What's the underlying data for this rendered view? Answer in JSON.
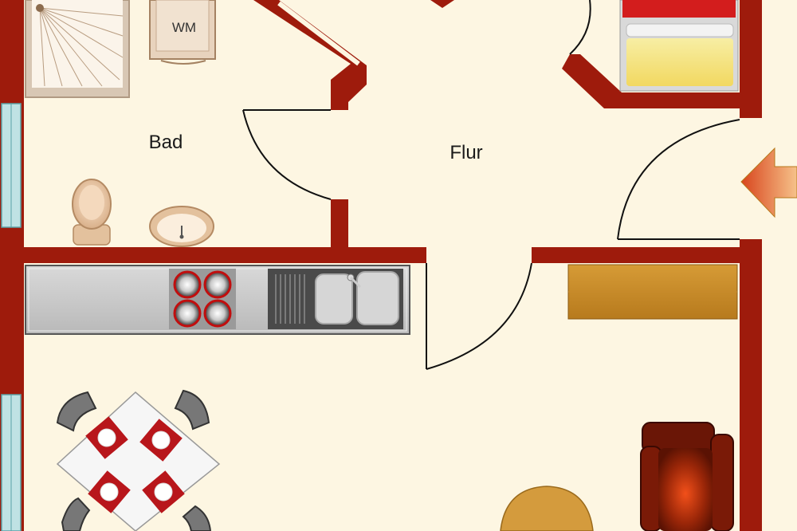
{
  "rooms": {
    "bad": "Bad",
    "flur": "Flur"
  },
  "appliances": {
    "washing_machine": "WM"
  },
  "colors": {
    "floor": "#fdf6e2",
    "wall": "#9e1b0c",
    "window": "#bfe2e4",
    "entrance_arrow": "#e0542a"
  },
  "icons": [
    "shower-icon",
    "washing-machine-icon",
    "bed-icon",
    "toilet-icon",
    "washbasin-icon",
    "stove-icon",
    "sink-icon",
    "dining-table-icon",
    "armchair-icon",
    "round-table-icon",
    "entrance-arrow-icon"
  ]
}
